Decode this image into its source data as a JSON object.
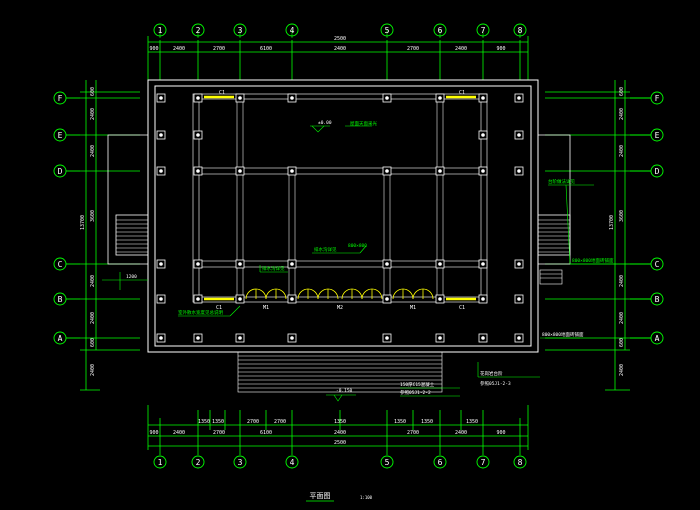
{
  "axes_top": [
    "1",
    "2",
    "3",
    "4",
    "5",
    "6",
    "7",
    "8"
  ],
  "axes_bottom": [
    "1",
    "2",
    "3",
    "4",
    "5",
    "6",
    "7",
    "8"
  ],
  "axes_left": [
    "F",
    "E",
    "D",
    "C",
    "B",
    "A"
  ],
  "axes_right": [
    "F",
    "E",
    "D",
    "C",
    "B",
    "A"
  ],
  "dims": {
    "top_overall": "2500",
    "top_segments": [
      "900",
      "2400",
      "2700",
      "6100",
      "2400",
      "2700",
      "2400",
      "900"
    ],
    "bottom_overall": "2500",
    "bottom_segments": [
      "900",
      "2400",
      "2700",
      "6100",
      "2400",
      "2700",
      "2400",
      "900"
    ],
    "bottom_sub": [
      "1350",
      "1350",
      "2700",
      "2700",
      "1350",
      "1350",
      "1350",
      "1350"
    ],
    "left_segments": [
      "600",
      "2400",
      "2400",
      "3600",
      "2400",
      "2400",
      "600"
    ],
    "left_overall": "13700",
    "right_segments": [
      "600",
      "2400",
      "2400",
      "3600",
      "2400",
      "2400",
      "600"
    ],
    "right_overall": "13700",
    "left_extra": "2400",
    "right_extra": "2400",
    "step_dim": "1200"
  },
  "labels": {
    "window_c1": "C1",
    "door_m1": "M1",
    "door_m2": "M2",
    "level_mark": "±0.00",
    "note_top": "屋面天窗采光",
    "note_mid": "排水沟详见",
    "note_right_top": "台阶做法详见",
    "note_right_mid": "800×800地面砖铺面",
    "note_left_bottom": "室外散水宽度见总说明",
    "note_bottom_1": "花岗岩台阶",
    "note_bottom_2": "参照05J1-2-3",
    "note_bottom_3": "150厚C15混凝土",
    "note_bottom_4": "参照05J1-2-2",
    "note_mid_small": "800×800",
    "level_bottom": "-0.150"
  },
  "title": {
    "main": "平面图",
    "scale": "1:100"
  },
  "colors": {
    "background": "#000000",
    "lines": "#ffffff",
    "dim_green": "#00ff00",
    "axis_circle": "#00ff00",
    "text_green": "#00ff00",
    "door_yellow": "#ffff00",
    "wall_grey": "#c8c8c8",
    "note_magenta": "#ff66ff"
  }
}
